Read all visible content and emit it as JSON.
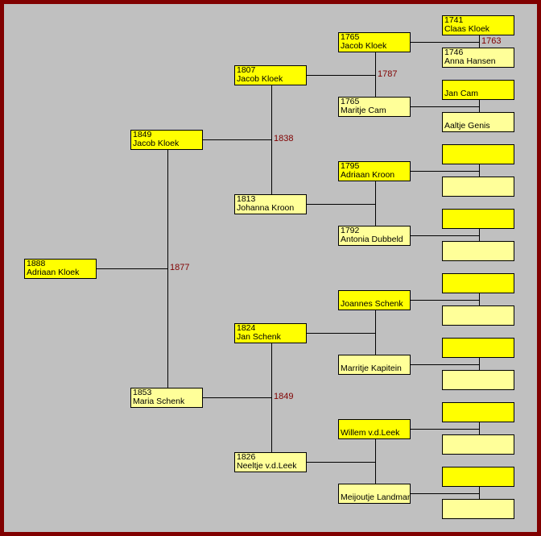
{
  "colors": {
    "male": "#ffff00",
    "female": "#ffff99",
    "marriage_year": "#800000",
    "background": "#c0c0c0",
    "border": "#800000"
  },
  "generations": [
    [
      {
        "year": "1888",
        "name": "Adriaan Kloek"
      }
    ],
    [
      {
        "year": "1849",
        "name": "Jacob Kloek"
      },
      {
        "year": "1853",
        "name": "Maria Schenk"
      }
    ],
    [
      {
        "year": "1807",
        "name": "Jacob Kloek"
      },
      {
        "year": "1813",
        "name": "Johanna Kroon"
      },
      {
        "year": "1824",
        "name": "Jan Schenk"
      },
      {
        "year": "1826",
        "name": "Neeltje v.d.Leek"
      }
    ],
    [
      {
        "year": "1765",
        "name": "Jacob Kloek"
      },
      {
        "year": "1765",
        "name": "Maritje Cam"
      },
      {
        "year": "1795",
        "name": "Adriaan Kroon"
      },
      {
        "year": "1792",
        "name": "Antonia Dubbeld"
      },
      {
        "year": "",
        "name": "Joannes Schenk"
      },
      {
        "year": "",
        "name": "Marritje Kapitein"
      },
      {
        "year": "",
        "name": "Willem v.d.Leek"
      },
      {
        "year": "",
        "name": "Meijoutje Landman"
      }
    ],
    [
      {
        "year": "1741",
        "name": "Claas Kloek"
      },
      {
        "year": "1746",
        "name": "Anna Hansen"
      },
      {
        "year": "",
        "name": "Jan Cam"
      },
      {
        "year": "",
        "name": "Aaltje Genis"
      },
      {
        "year": "",
        "name": ""
      },
      {
        "year": "",
        "name": ""
      },
      {
        "year": "",
        "name": ""
      },
      {
        "year": "",
        "name": ""
      },
      {
        "year": "",
        "name": ""
      },
      {
        "year": "",
        "name": ""
      },
      {
        "year": "",
        "name": ""
      },
      {
        "year": "",
        "name": ""
      },
      {
        "year": "",
        "name": ""
      },
      {
        "year": "",
        "name": ""
      },
      {
        "year": "",
        "name": ""
      },
      {
        "year": "",
        "name": ""
      }
    ]
  ],
  "marriages": [
    [
      "1877"
    ],
    [
      "1838",
      "1849"
    ],
    [
      "1787",
      "",
      "",
      ""
    ],
    [
      "1763",
      "",
      "",
      "",
      "",
      "",
      "",
      ""
    ]
  ]
}
